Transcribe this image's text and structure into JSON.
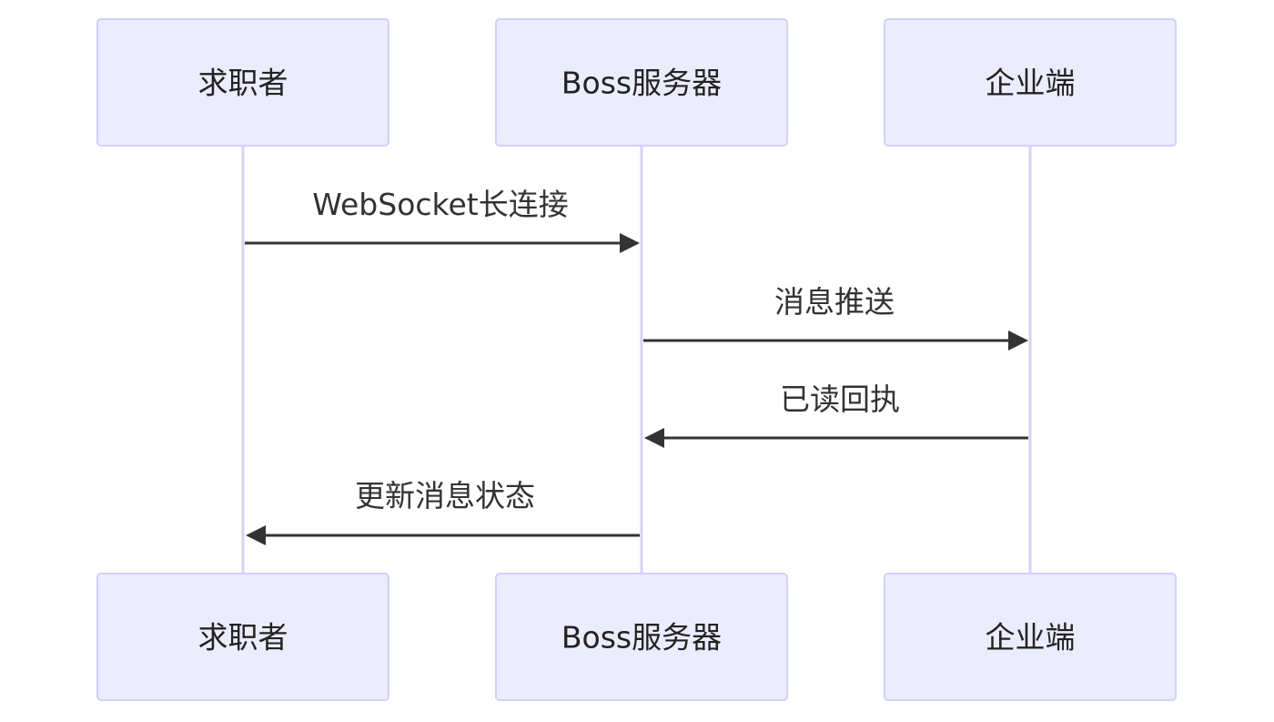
{
  "participants": [
    {
      "id": "seeker",
      "label": "求职者"
    },
    {
      "id": "server",
      "label": "Boss服务器"
    },
    {
      "id": "enterprise",
      "label": "企业端"
    }
  ],
  "messages": [
    {
      "from": "seeker",
      "to": "server",
      "text": "WebSocket长连接"
    },
    {
      "from": "server",
      "to": "enterprise",
      "text": "消息推送"
    },
    {
      "from": "enterprise",
      "to": "server",
      "text": "已读回执"
    },
    {
      "from": "server",
      "to": "seeker",
      "text": "更新消息状态"
    }
  ],
  "colors": {
    "actor_fill": "#ececff",
    "actor_border": "#d3d0f7",
    "lifeline": "#d6d3f6",
    "arrow": "#333333",
    "text": "#222222"
  }
}
